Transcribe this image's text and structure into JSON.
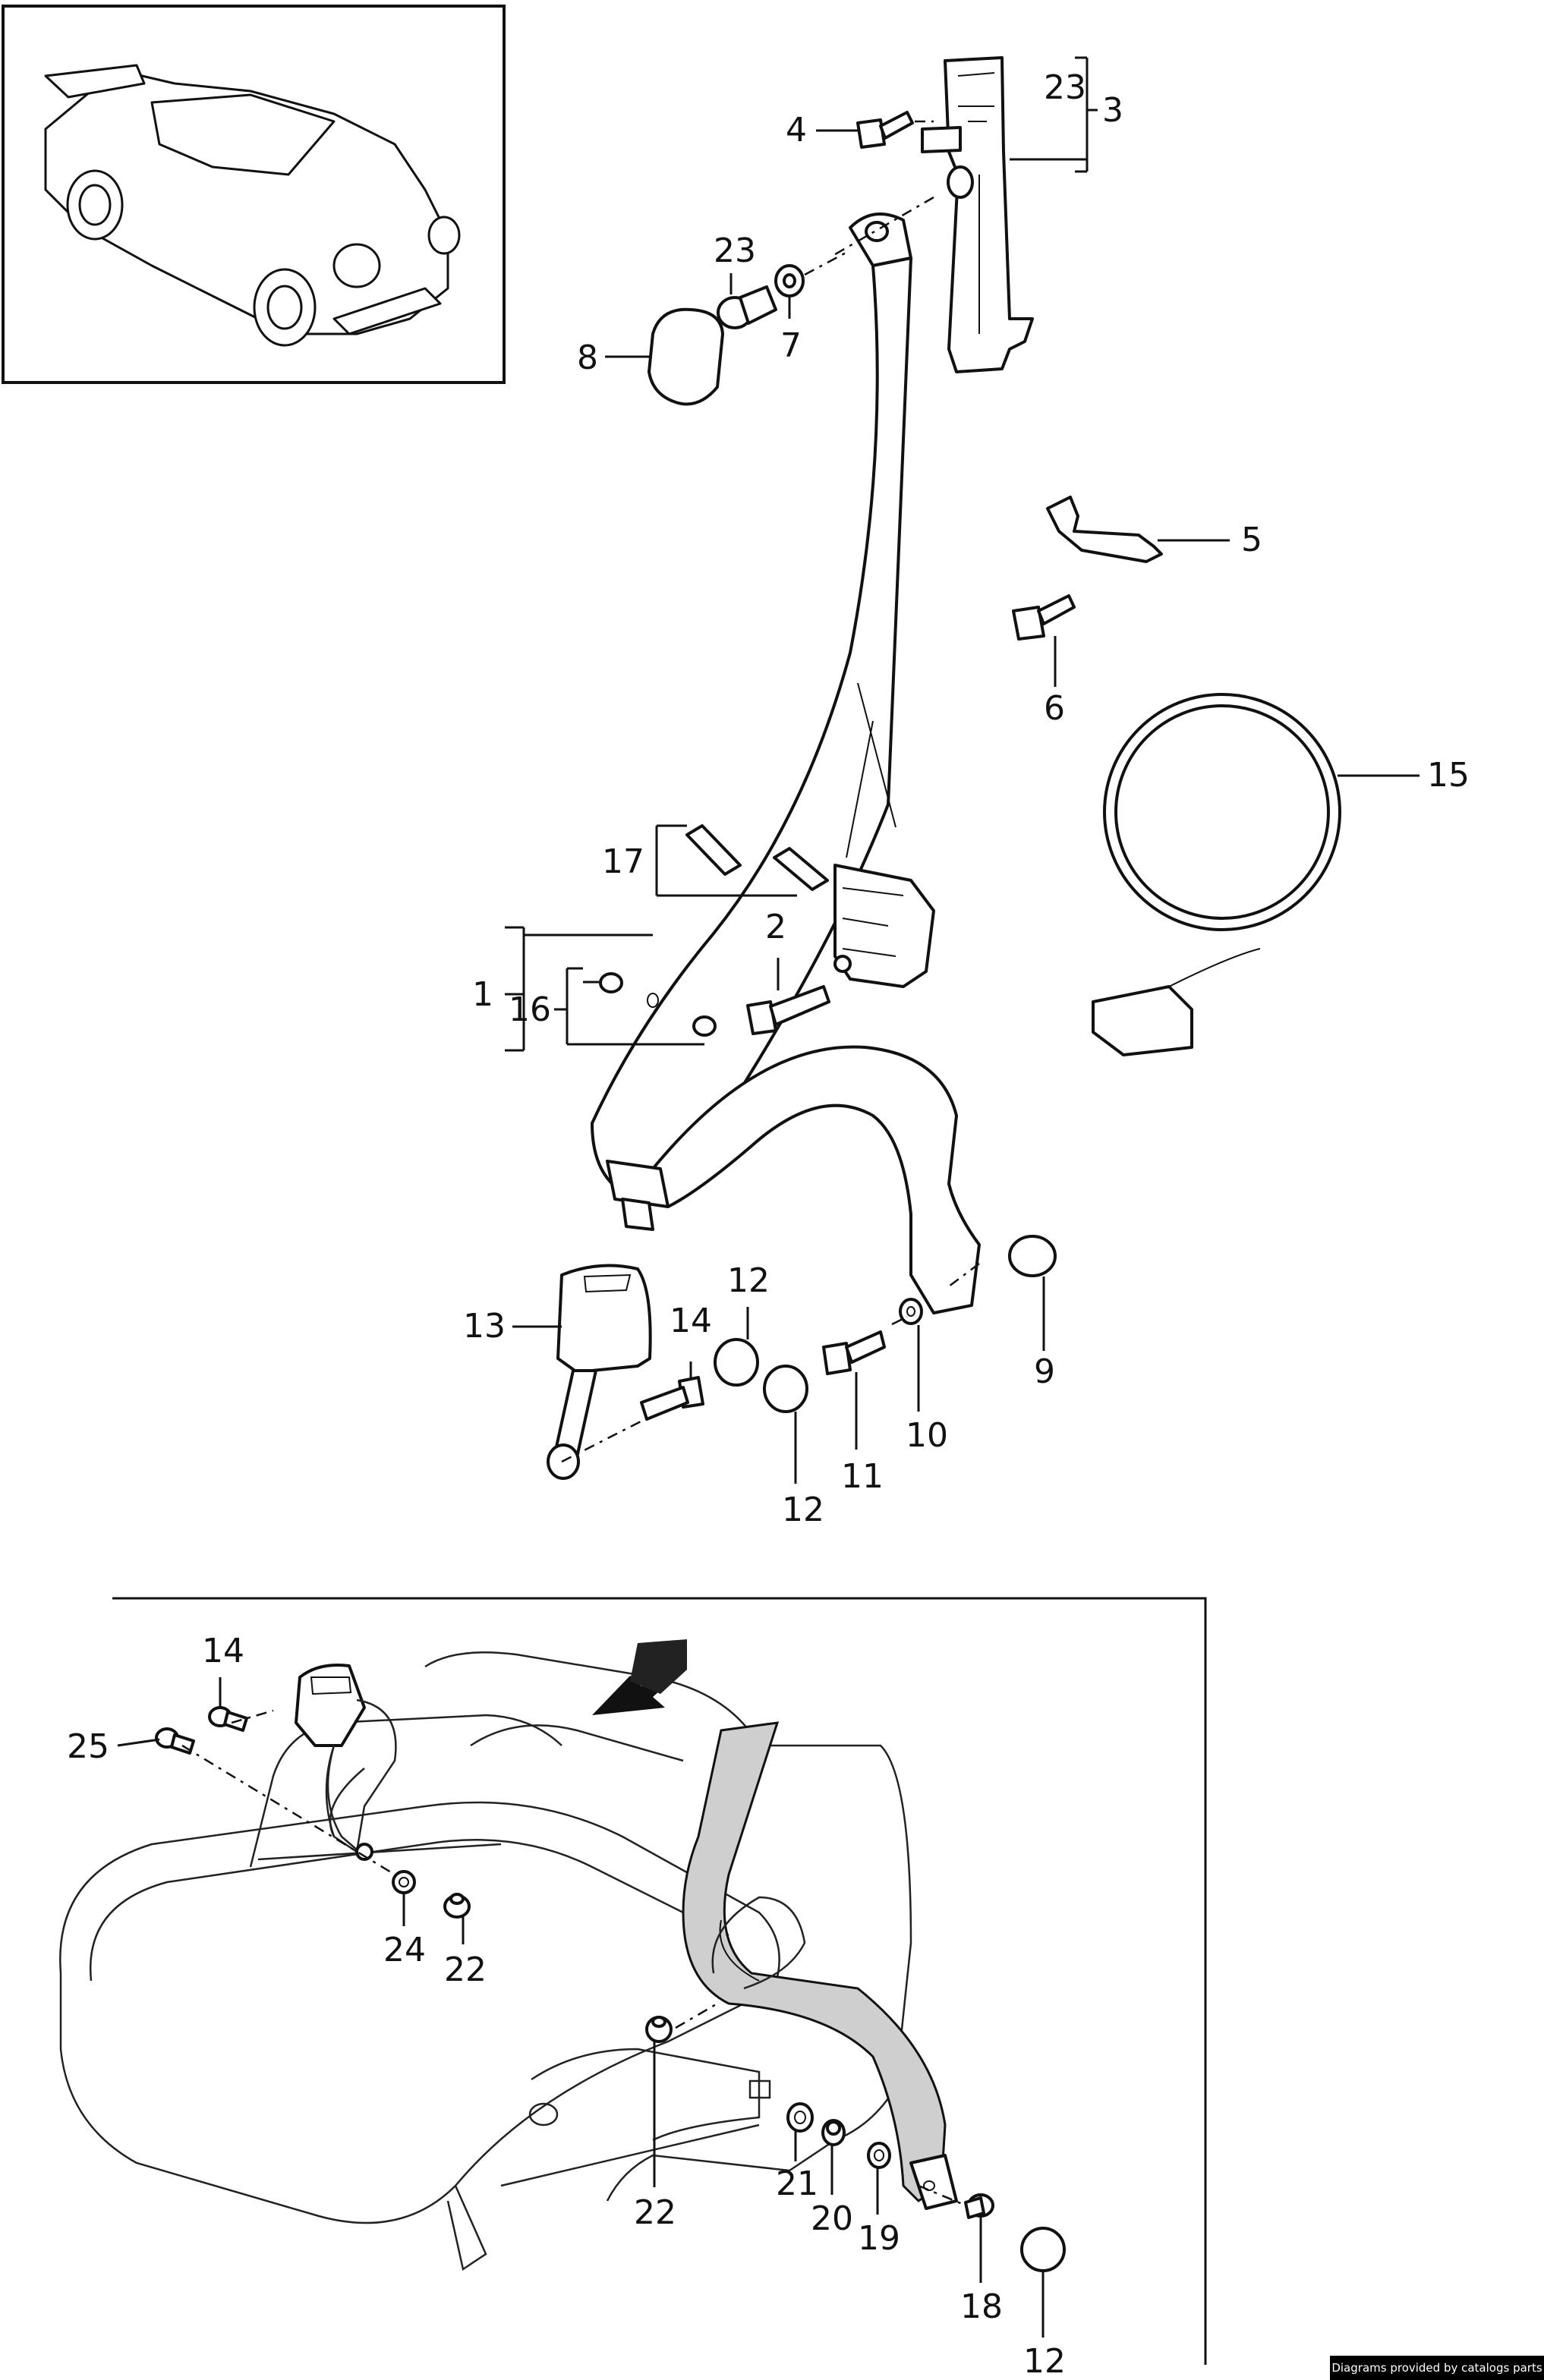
{
  "labels": {
    "l1": "1",
    "l2": "2",
    "l3": "3",
    "l4": "4",
    "l5": "5",
    "l6": "6",
    "l7": "7",
    "l8": "8",
    "l9": "9",
    "l10": "10",
    "l11": "11",
    "l12a": "12",
    "l12b": "12",
    "l12c": "12",
    "l13": "13",
    "l14a": "14",
    "l14b": "14",
    "l15": "15",
    "l16": "16",
    "l17": "17",
    "l18": "18",
    "l19": "19",
    "l20": "20",
    "l21": "21",
    "l22a": "22",
    "l22b": "22",
    "l23a": "23",
    "l23b": "23",
    "l24": "24",
    "l25": "25"
  },
  "footer": {
    "credit": "Diagrams provided by catalogs parts"
  }
}
